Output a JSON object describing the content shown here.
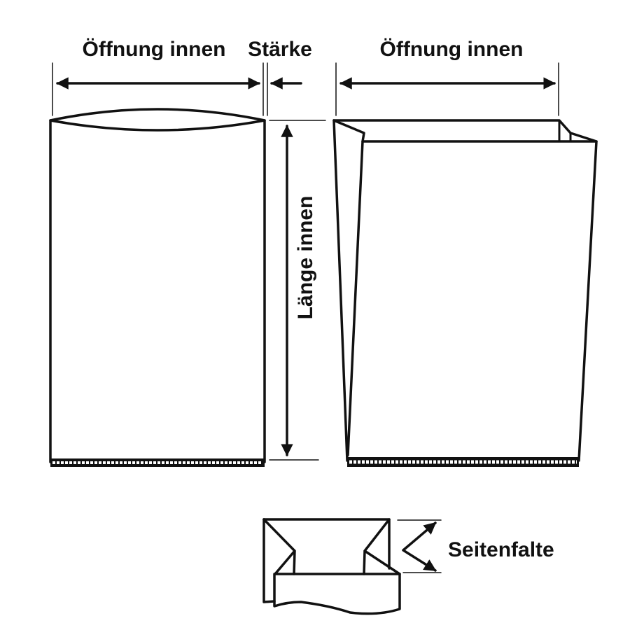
{
  "labels": {
    "opening_left": "Öffnung innen",
    "thickness": "Stärke",
    "opening_right": "Öffnung innen",
    "length": "Länge innen",
    "gusset": "Seitenfalte"
  },
  "colors": {
    "line": "#111111",
    "background": "#ffffff"
  }
}
